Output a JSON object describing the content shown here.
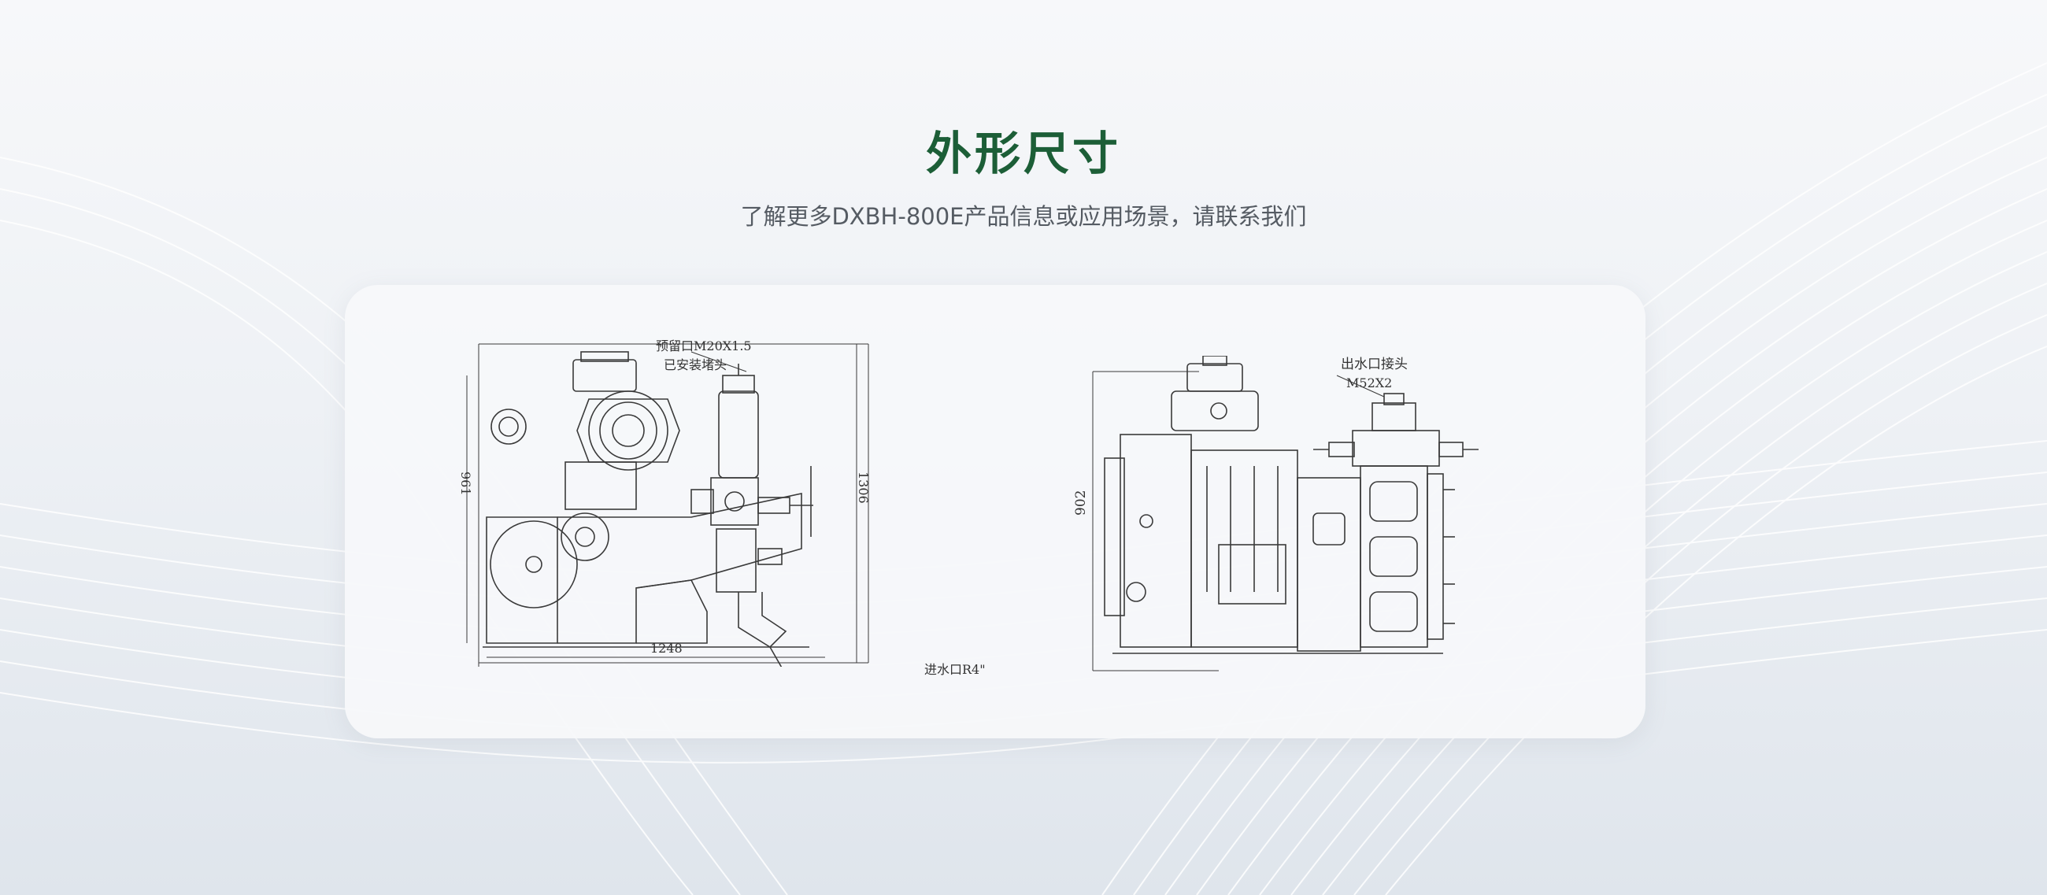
{
  "header": {
    "title": "外形尺寸",
    "subtitle": "了解更多DXBH-800E产品信息或应用场景，请联系我们"
  },
  "drawings": {
    "side_view": {
      "callout_top_line1": "预留口M20X1.5",
      "callout_top_line2": "已安装堵头",
      "dim_height_left": "961",
      "dim_height_right": "1306",
      "dim_width": "1248",
      "callout_inlet": "进水口R4\""
    },
    "front_view": {
      "callout_outlet_line1": "出水口接头",
      "callout_outlet_line2": "M52X2",
      "dim_height": "902"
    }
  },
  "colors": {
    "title": "#1c5e37",
    "subtitle": "#555b63",
    "line": "#3a3a3a"
  }
}
